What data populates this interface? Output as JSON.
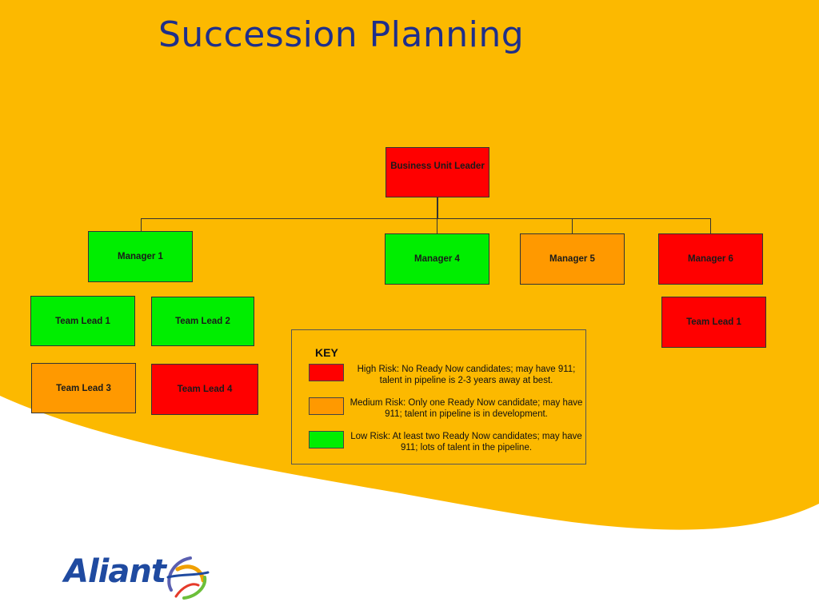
{
  "title": "Succession Planning",
  "colors": {
    "high_risk": "#ff0000",
    "medium_risk": "#ff9900",
    "low_risk": "#00ee00",
    "background": "#fcb900",
    "title": "#1f2f8a"
  },
  "org": {
    "leader": {
      "label": "Business Unit Leader",
      "risk": "high"
    },
    "managers": [
      {
        "label": "Manager 1",
        "risk": "low"
      },
      {
        "label": "Manager 4",
        "risk": "low"
      },
      {
        "label": "Manager 5",
        "risk": "medium"
      },
      {
        "label": "Manager 6",
        "risk": "high"
      }
    ],
    "team_leads": [
      {
        "label": "Team Lead 1",
        "risk": "low"
      },
      {
        "label": "Team Lead 2",
        "risk": "low"
      },
      {
        "label": "Team Lead 3",
        "risk": "medium"
      },
      {
        "label": "Team Lead 4",
        "risk": "high"
      },
      {
        "label": "Team Lead 1",
        "risk": "high"
      }
    ]
  },
  "key": {
    "title": "KEY",
    "items": [
      {
        "risk": "high",
        "text": "High Risk: No Ready Now candidates; may have 911; talent in pipeline is 2-3 years away at best."
      },
      {
        "risk": "medium",
        "text": "Medium Risk: Only one Ready Now candidate; may have 911; talent in pipeline is in development."
      },
      {
        "risk": "low",
        "text": "Low Risk: At least two  Ready Now candidates; may have 911; lots of talent in the pipeline."
      }
    ]
  },
  "logo": {
    "text": "Aliant",
    "icon": "aliant-swirl-icon"
  }
}
